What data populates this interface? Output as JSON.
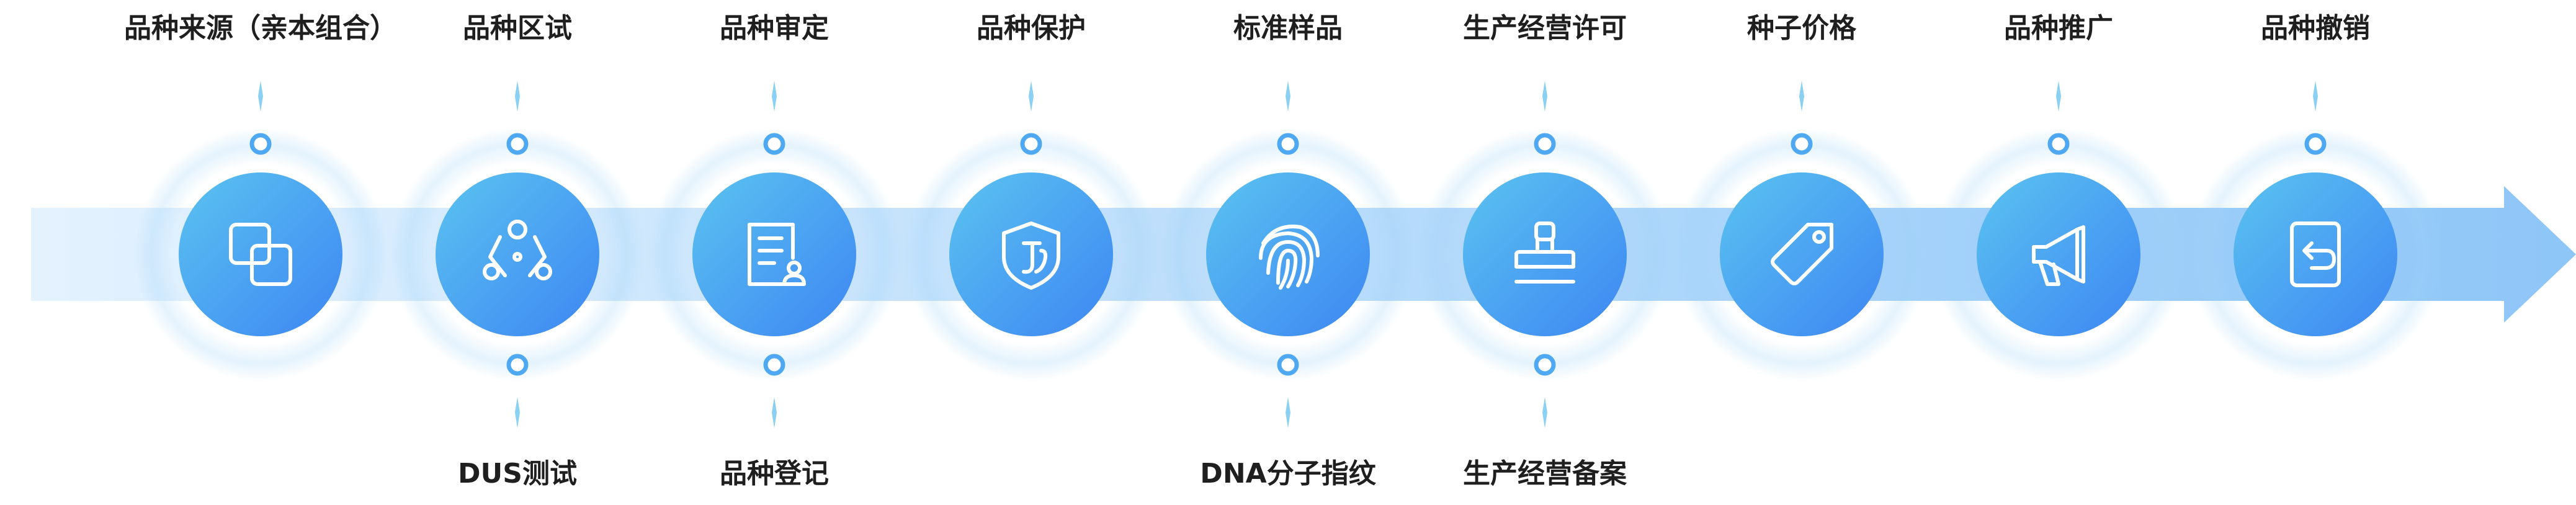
{
  "colors": {
    "circle_start": "#5bc3f0",
    "circle_end": "#3d86f3",
    "arrow_light": "#e4f2fe",
    "arrow_dark": "#8ec6f8",
    "connector": "#8ad0f3",
    "dot_ring": "#4fa9f2",
    "label_text": "#1f1f1f"
  },
  "stages": [
    {
      "label": "品种来源（亲本组合）",
      "position": "top",
      "icon": "overlapping-squares-icon"
    },
    {
      "label": "品种区试",
      "position": "top",
      "icon": "network-nodes-icon"
    },
    {
      "label": "DUS测试",
      "position": "bottom",
      "icon": null
    },
    {
      "label": "品种审定",
      "position": "top",
      "icon": "document-person-icon"
    },
    {
      "label": "品种登记",
      "position": "bottom",
      "icon": null
    },
    {
      "label": "品种保护",
      "position": "top",
      "icon": "shield-icon"
    },
    {
      "label": "标准样品",
      "position": "top",
      "icon": "fingerprint-icon"
    },
    {
      "label": "DNA分子指纹",
      "position": "bottom",
      "icon": null
    },
    {
      "label": "生产经营许可",
      "position": "top",
      "icon": "stamp-icon"
    },
    {
      "label": "生产经营备案",
      "position": "bottom",
      "icon": null
    },
    {
      "label": "种子价格",
      "position": "top",
      "icon": "price-tag-icon"
    },
    {
      "label": "品种推广",
      "position": "top",
      "icon": "megaphone-icon"
    },
    {
      "label": "品种撤销",
      "position": "top",
      "icon": "revoke-document-icon"
    }
  ]
}
